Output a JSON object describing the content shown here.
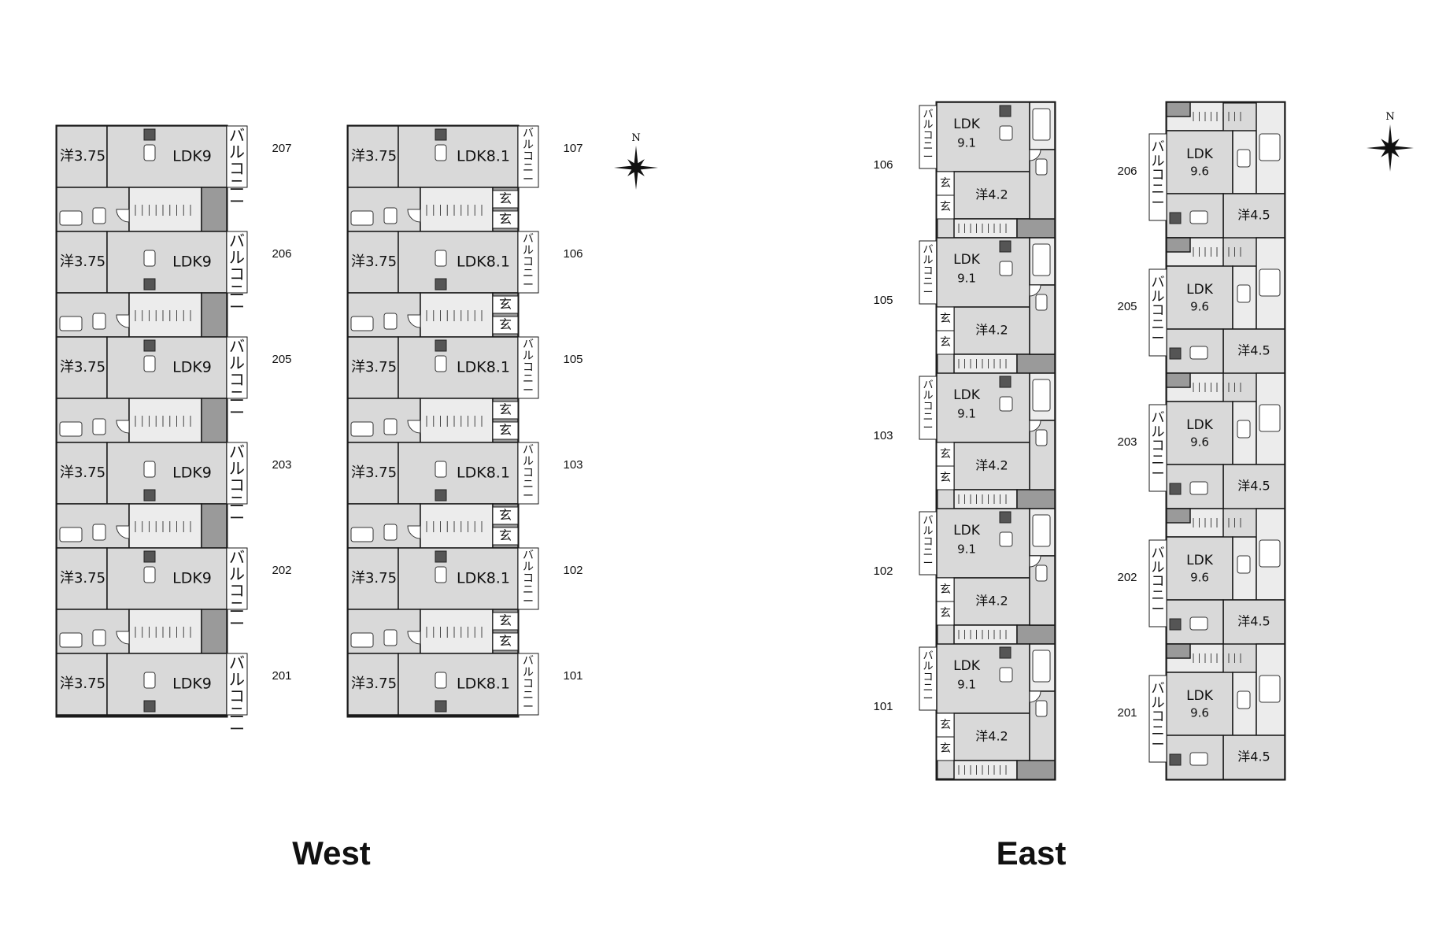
{
  "compass_letter": "N",
  "captions": {
    "west": "West",
    "east": "East"
  },
  "labels": {
    "balcony": "バルコニー",
    "entrance": "玄",
    "ldk": "LDK"
  },
  "colors": {
    "room_fill": "#d9d9d9",
    "wall": "#1a1a1a",
    "balcony_fill": "#ffffff",
    "stair_fill": "#9a9a9a"
  },
  "west": {
    "upper": [
      {
        "unit": "207",
        "room": "洋3.75",
        "ldk": "LDK9"
      },
      {
        "unit": "206",
        "room": "洋3.75",
        "ldk": "LDK9"
      },
      {
        "unit": "205",
        "room": "洋3.75",
        "ldk": "LDK9"
      },
      {
        "unit": "203",
        "room": "洋3.75",
        "ldk": "LDK9"
      },
      {
        "unit": "202",
        "room": "洋3.75",
        "ldk": "LDK9"
      },
      {
        "unit": "201",
        "room": "洋3.75",
        "ldk": "LDK9"
      }
    ],
    "lower": [
      {
        "unit": "107",
        "room": "洋3.75",
        "ldk": "LDK8.1"
      },
      {
        "unit": "106",
        "room": "洋3.75",
        "ldk": "LDK8.1"
      },
      {
        "unit": "105",
        "room": "洋3.75",
        "ldk": "LDK8.1"
      },
      {
        "unit": "103",
        "room": "洋3.75",
        "ldk": "LDK8.1"
      },
      {
        "unit": "102",
        "room": "洋3.75",
        "ldk": "LDK8.1"
      },
      {
        "unit": "101",
        "room": "洋3.75",
        "ldk": "LDK8.1"
      }
    ]
  },
  "east": {
    "lower": [
      {
        "unit": "106",
        "room": "洋4.2",
        "ldk_size": "9.1"
      },
      {
        "unit": "105",
        "room": "洋4.2",
        "ldk_size": "9.1"
      },
      {
        "unit": "103",
        "room": "洋4.2",
        "ldk_size": "9.1"
      },
      {
        "unit": "102",
        "room": "洋4.2",
        "ldk_size": "9.1"
      },
      {
        "unit": "101",
        "room": "洋4.2",
        "ldk_size": "9.1"
      }
    ],
    "upper": [
      {
        "unit": "206",
        "room": "洋4.5",
        "ldk_size": "9.6"
      },
      {
        "unit": "205",
        "room": "洋4.5",
        "ldk_size": "9.6"
      },
      {
        "unit": "203",
        "room": "洋4.5",
        "ldk_size": "9.6"
      },
      {
        "unit": "202",
        "room": "洋4.5",
        "ldk_size": "9.6"
      },
      {
        "unit": "201",
        "room": "洋4.5",
        "ldk_size": "9.6"
      }
    ]
  }
}
